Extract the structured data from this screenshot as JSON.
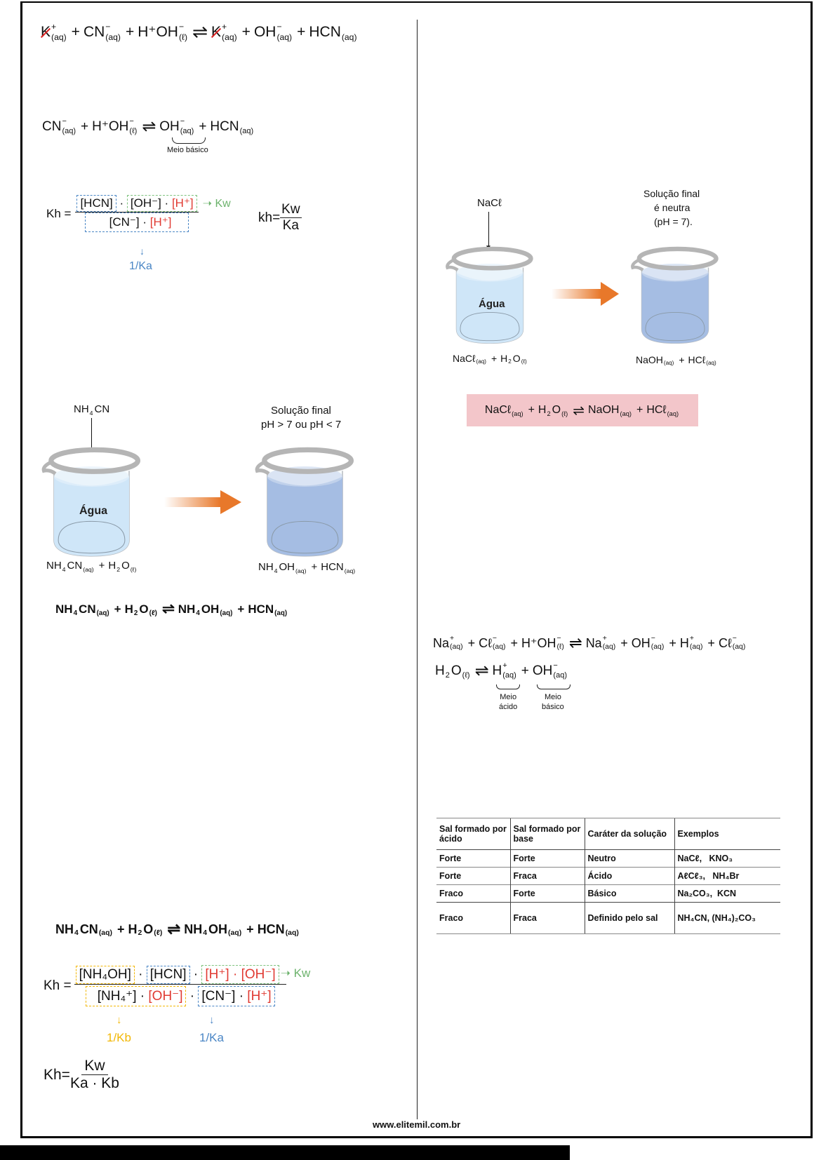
{
  "eq1": [
    [
      "K",
      "+",
      "(aq)",
      true
    ],
    [
      "+"
    ],
    [
      "CN",
      "−",
      "(aq)"
    ],
    [
      "+"
    ],
    [
      "H⁺OH",
      "−",
      "(ℓ)"
    ],
    [
      "⇌"
    ],
    [
      "K",
      "+",
      "(aq)",
      true
    ],
    [
      "+"
    ],
    [
      "OH",
      "−",
      "(aq)"
    ],
    [
      "+"
    ],
    [
      "HCN",
      "",
      "(aq)"
    ]
  ],
  "eq2": [
    [
      "CN",
      "−",
      "(aq)"
    ],
    [
      "+"
    ],
    [
      "H⁺OH",
      "−",
      "(ℓ)"
    ],
    [
      "⇌"
    ],
    [
      "OH",
      "−",
      "(aq)"
    ],
    [
      "+"
    ],
    [
      "HCN",
      "",
      "(aq)"
    ]
  ],
  "eq2_brace_label": "Meio básico",
  "kh1": {
    "label": "Kh =",
    "hcn": "[HCN]",
    "dot": "·",
    "oh": "[OH⁻]",
    "h": "[H⁺]",
    "cn": "[CN⁻]",
    "kw": "Kw",
    "inv_ka": "1/Ka",
    "simplified_lhs": "kh=",
    "simplified_num": "Kw",
    "simplified_den": "Ka"
  },
  "nh4cn_figure": {
    "added_label": [
      [
        "NH",
        "",
        "4"
      ],
      [
        "CN"
      ]
    ],
    "water_label": "Água",
    "final_title": "Solução final",
    "final_ph": "pH > 7 ou pH < 7",
    "left_caption": [
      [
        "NH",
        "",
        "4"
      ],
      [
        "CN",
        "",
        "(aq)"
      ],
      [
        "+"
      ],
      [
        "H",
        "",
        "2"
      ],
      [
        "O",
        "",
        "(ℓ)"
      ]
    ],
    "right_caption": [
      [
        "NH",
        "",
        "4"
      ],
      [
        "OH",
        "",
        "(aq)"
      ],
      [
        "+"
      ],
      [
        "HCN",
        "",
        "(aq)"
      ]
    ]
  },
  "eq3": [
    [
      "NH",
      "",
      "4"
    ],
    [
      "CN",
      "",
      "(aq)"
    ],
    [
      "+"
    ],
    [
      "H",
      "",
      "2"
    ],
    [
      "O",
      "",
      "(ℓ)"
    ],
    [
      "⇌"
    ],
    [
      "NH",
      "",
      "4"
    ],
    [
      "OH",
      "",
      "(aq)"
    ],
    [
      "+"
    ],
    [
      "HCN",
      "",
      "(aq)"
    ]
  ],
  "nacl_figure": {
    "added_label": [
      [
        "NaCℓ"
      ]
    ],
    "water_label": "Água",
    "final_line1": "Solução final",
    "final_line2": "é neutra",
    "final_line3": "(pH = 7).",
    "left_caption": [
      [
        "NaCℓ",
        "",
        "(aq)"
      ],
      [
        "+"
      ],
      [
        "H",
        "",
        "2"
      ],
      [
        "O",
        "",
        "(ℓ)"
      ]
    ],
    "right_caption": [
      [
        "NaOH",
        "",
        "(aq)"
      ],
      [
        "+"
      ],
      [
        "HCℓ",
        "",
        "(aq)"
      ]
    ],
    "box_equation": [
      [
        "NaCℓ",
        "",
        "(aq)"
      ],
      [
        "+"
      ],
      [
        "H",
        "",
        "2"
      ],
      [
        "O",
        "",
        "(ℓ)"
      ],
      [
        "⇌"
      ],
      [
        "NaOH",
        "",
        "(aq)"
      ],
      [
        "+"
      ],
      [
        "HCℓ",
        "",
        "(aq)"
      ]
    ]
  },
  "eq4": [
    [
      "Na",
      "+",
      "(aq)"
    ],
    [
      "+"
    ],
    [
      "Cℓ",
      "−",
      "(aq)"
    ],
    [
      "+"
    ],
    [
      "H⁺OH",
      "−",
      "(ℓ)"
    ],
    [
      "⇌"
    ],
    [
      "Na",
      "+",
      "(aq)"
    ],
    [
      "+"
    ],
    [
      "OH",
      "−",
      "(aq)"
    ],
    [
      "+"
    ],
    [
      "H",
      "+",
      "(aq)"
    ],
    [
      "+"
    ],
    [
      "Cℓ",
      "−",
      "(aq)"
    ]
  ],
  "eq5": [
    [
      "H",
      "",
      "2"
    ],
    [
      "O",
      "",
      "(ℓ)"
    ],
    [
      "⇌"
    ],
    [
      "H",
      "+",
      "(aq)"
    ],
    [
      "+"
    ],
    [
      "OH",
      "−",
      "(aq)"
    ]
  ],
  "eq5_labels": {
    "acid_1": "Meio",
    "acid_2": "ácido",
    "basic_1": "Meio",
    "basic_2": "básico"
  },
  "table": {
    "headers": [
      "Sal formado por ácido",
      "Sal formado por base",
      "Caráter da solução",
      "Exemplos"
    ],
    "rows": [
      [
        "Forte",
        "Forte",
        "Neutro",
        "NaCℓ,   KNO₃"
      ],
      [
        "Forte",
        "Fraca",
        "Ácido",
        "AℓCℓ₃,   NH₄Br"
      ],
      [
        "Fraco",
        "Forte",
        "Básico",
        "Na₂CO₃,  KCN"
      ],
      [
        "Fraco",
        "Fraca",
        "Definido pelo sal",
        "NH₄CN, (NH₄)₂CO₃"
      ]
    ]
  },
  "eq6": [
    [
      "NH",
      "",
      "4"
    ],
    [
      "CN",
      "",
      "(aq)"
    ],
    [
      "+"
    ],
    [
      "H",
      "",
      "2"
    ],
    [
      "O",
      "",
      "(ℓ)"
    ],
    [
      "⇌"
    ],
    [
      "NH",
      "",
      "4"
    ],
    [
      "OH",
      "",
      "(aq)"
    ],
    [
      "+"
    ],
    [
      "HCN",
      "",
      "(aq)"
    ]
  ],
  "kh2": {
    "label": "Kh =",
    "nh4oh": "[NH₄OH]",
    "dot": "·",
    "hcn": "[HCN]",
    "h": "[H⁺]",
    "oh": "[OH⁻]",
    "nh4": "[NH₄⁺]",
    "cn": "[CN⁻]",
    "kw": "Kw",
    "inv_kb": "1/Kb",
    "inv_ka": "1/Ka",
    "final_lhs": "Kh=",
    "final_num": "Kw",
    "final_den": "Ka · Kb"
  },
  "footer_url": "www.elitemil.com.br",
  "colors": {
    "red": "#e03a32",
    "green": "#6db36d",
    "blue": "#4a86c5",
    "yellow": "#f2b705",
    "pink_box": "#f3c6ca",
    "arrow": "#e8782a"
  }
}
